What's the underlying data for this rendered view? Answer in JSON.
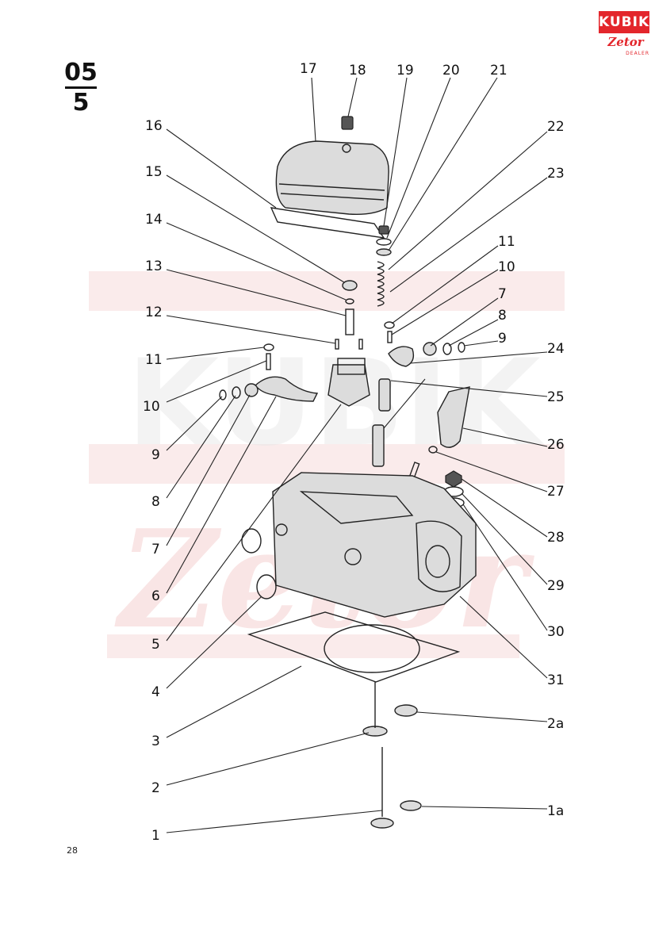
{
  "sheet": {
    "top": "05",
    "bottom": "5"
  },
  "page_number": "28",
  "logo": {
    "brand": "KUBIK",
    "sub": "Zetor",
    "tag": "DEALER"
  },
  "watermark": {
    "text": "KUBIK Zetor DEALER",
    "color": "#f2c5c5"
  },
  "colors": {
    "accent": "#e3262c",
    "ink": "#1a1a1a",
    "part_shade": "#dcdcdc"
  },
  "callouts": {
    "c1": "1",
    "c1a": "1a",
    "c2": "2",
    "c2a": "2a",
    "c3": "3",
    "c4": "4",
    "c5": "5",
    "c6": "6",
    "c7l": "7",
    "c8l": "8",
    "c9l": "9",
    "c10l": "10",
    "c11l": "11",
    "c12": "12",
    "c13": "13",
    "c14": "14",
    "c15": "15",
    "c16": "16",
    "c17": "17",
    "c18": "18",
    "c19": "19",
    "c20": "20",
    "c21": "21",
    "c22": "22",
    "c23": "23",
    "c11r": "11",
    "c10r": "10",
    "c7r": "7",
    "c8r": "8",
    "c9r": "9",
    "c24": "24",
    "c25": "25",
    "c26": "26",
    "c27": "27",
    "c28": "28",
    "c29": "29",
    "c30": "30",
    "c31": "31"
  }
}
